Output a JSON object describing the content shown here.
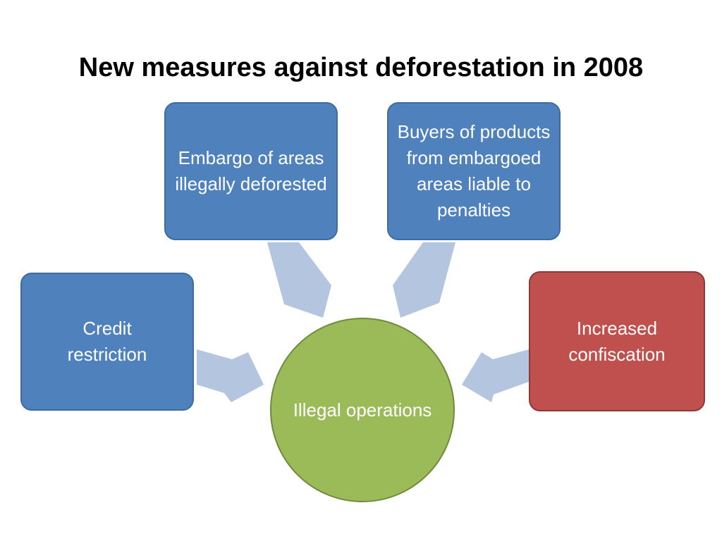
{
  "slide": {
    "title": "New measures against deforestation in 2008"
  },
  "diagram": {
    "center": {
      "label": "Illegal operations",
      "color": "#9bbb59"
    },
    "nodes": [
      {
        "id": "credit",
        "label": "Credit restriction",
        "color": "#4f81bd"
      },
      {
        "id": "embargo",
        "label": "Embargo of areas illegally deforested",
        "color": "#4f81bd"
      },
      {
        "id": "buyers",
        "label": "Buyers of products from embargoed areas liable to penalties",
        "color": "#4f81bd"
      },
      {
        "id": "confiscation",
        "label": "Increased confiscation",
        "color": "#c0504d"
      }
    ],
    "arrow_color": "#b4c5e0"
  }
}
